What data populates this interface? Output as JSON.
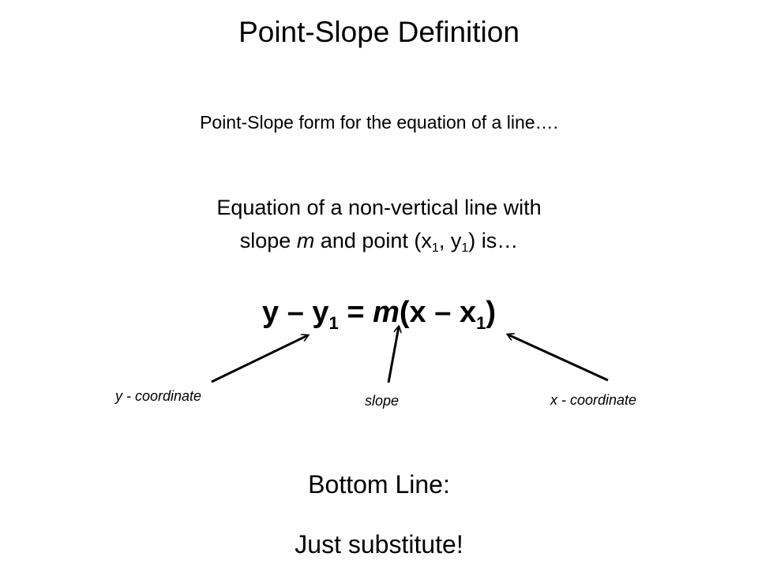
{
  "title": "Point-Slope Definition",
  "subtitle": "Point-Slope form for the equation of a line….",
  "description": {
    "line1": "Equation of a non-vertical line with",
    "line2_prefix": "slope ",
    "line2_m": "m",
    "line2_mid": " and point (x",
    "sub1": "1",
    "line2_comma": ", y",
    "sub2": "1",
    "line2_suffix": ") is…"
  },
  "equation": {
    "part1": "y – y",
    "sub1": "1",
    "part2": " = ",
    "m": "m",
    "part3": "(x – x",
    "sub2": "1",
    "part4": ")"
  },
  "annotations": {
    "y": "y - coordinate",
    "slope": "slope",
    "x": "x - coordinate"
  },
  "bottom": {
    "line1": "Bottom Line:",
    "line2": "Just substitute!"
  }
}
